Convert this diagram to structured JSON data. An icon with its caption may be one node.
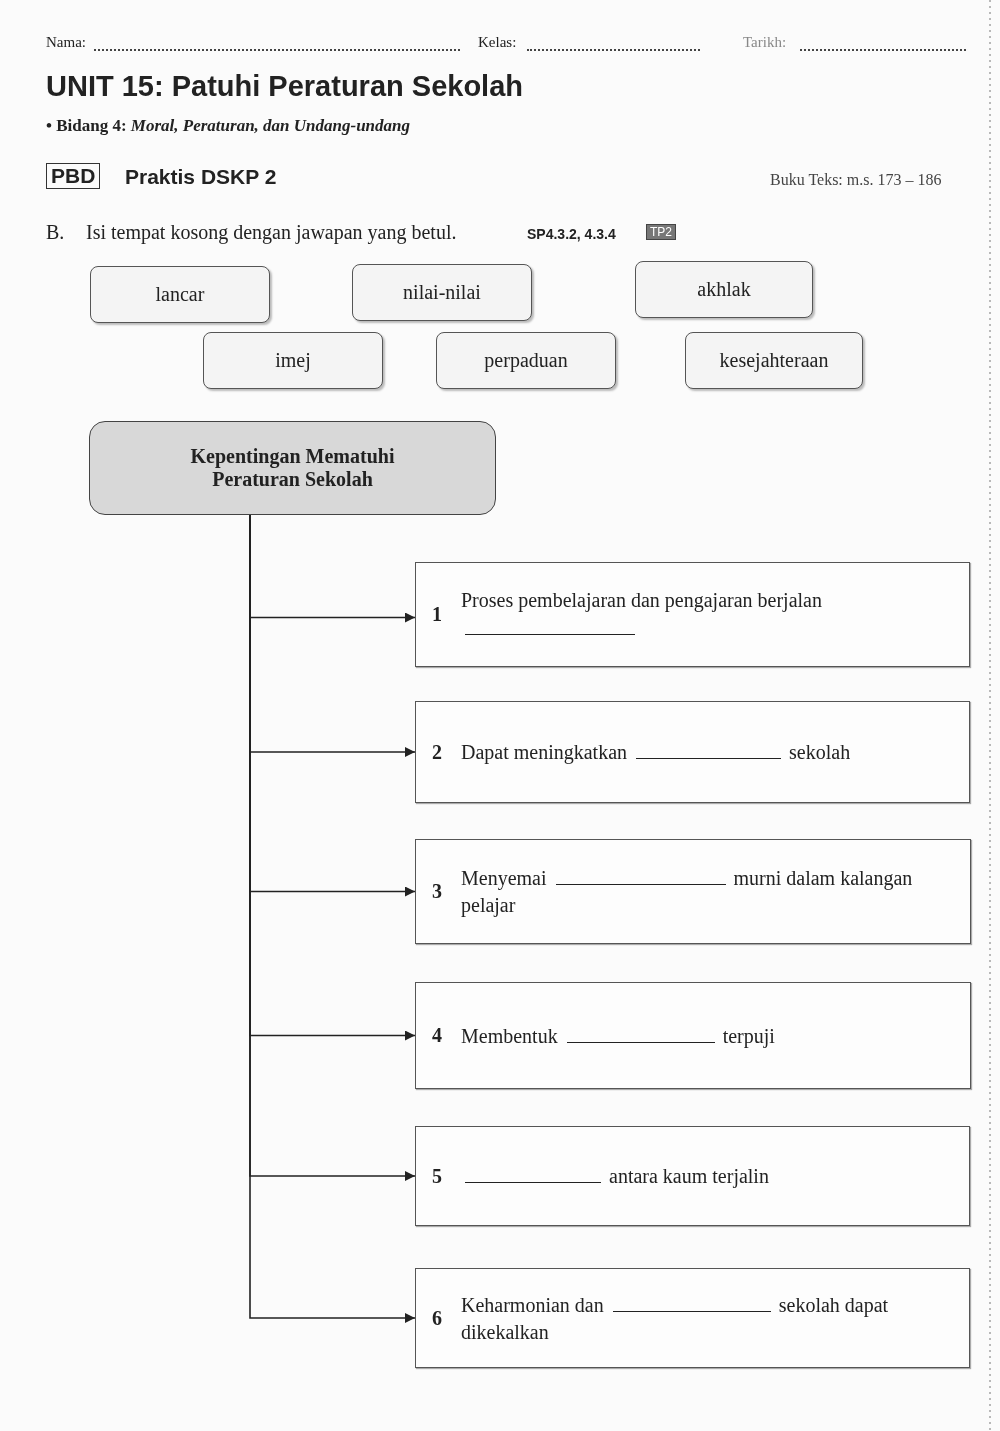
{
  "diagram": {
    "title": "UNIT 15: Patuhi Peraturan Sekolah",
    "nodes": [
      {
        "text": [
          "lancar"
        ]
      },
      {
        "text": [
          "nilai-nilai"
        ]
      },
      {
        "text": [
          "akhlak"
        ]
      },
      {
        "text": [
          "imej"
        ]
      },
      {
        "text": [
          "perpaduan"
        ]
      },
      {
        "text": [
          "kesejahteraan"
        ]
      },
      {
        "text": [
          "Kepentingan Mematuhi Peraturan Sekolah"
        ]
      },
      {
        "text": [
          "1",
          "Proses pembelajaran dan pengajaran berjalan"
        ]
      },
      {
        "text": [
          "2",
          "Dapat meningkatkan",
          "sekolah"
        ]
      },
      {
        "text": [
          "3",
          "Menyemai",
          "murni dalam kalangan pelajar"
        ]
      },
      {
        "text": [
          "4",
          "Membentuk",
          "terpuji"
        ]
      },
      {
        "text": [
          "5",
          "antara kaum terjalin"
        ]
      },
      {
        "text": [
          "6",
          "Keharmonian dan",
          "sekolah dapat dikekalkan"
        ]
      }
    ],
    "edges": [
      {
        "from": 6,
        "to": 7,
        "arrow": "to"
      },
      {
        "from": 6,
        "to": 8,
        "arrow": "to"
      },
      {
        "from": 6,
        "to": 9,
        "arrow": "to"
      },
      {
        "from": 6,
        "to": 10,
        "arrow": "to"
      },
      {
        "from": 6,
        "to": 11,
        "arrow": "to"
      },
      {
        "from": 6,
        "to": 12,
        "arrow": "to"
      }
    ],
    "labels": [
      "Nama:",
      "Kelas:",
      "Tarikh:",
      "• Bidang 4: *Moral, Peraturan, dan Undang-undang*",
      "PBD",
      "Praktis DSKP 2",
      "Buku Teks: m.s. 173 – 186",
      "B.",
      "Isi tempat kosong dengan jawapan yang betul.",
      "SP4.3.2, 4.3.4",
      "TP2"
    ]
  }
}
